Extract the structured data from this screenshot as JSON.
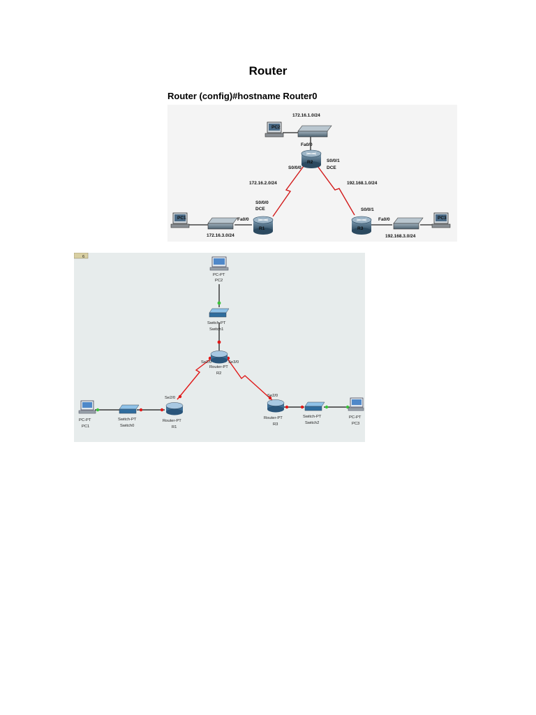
{
  "page": {
    "title": "Router",
    "command": "Router (config)#hostname Router0"
  },
  "topology": {
    "networks": {
      "r2_lan": "172.16.1.0/24",
      "r1_r2_link": "172.16.2.0/24",
      "r2_r3_link": "192.168.1.0/24",
      "r1_lan": "172.16.3.0/24",
      "r3_lan": "192.168.3.0/24"
    },
    "routers": {
      "r1": "R1",
      "r2": "R2",
      "r3": "R3"
    },
    "pcs": {
      "pc1": "PC1",
      "pc2": "PC2",
      "pc3": "PC3"
    },
    "interfaces": {
      "r2_fa": "Fa0/0",
      "r2_s000": "S0/0/0",
      "r2_s001": "S0/0/1",
      "r2_dce": "DCE",
      "r1_s000": "S0/0/0",
      "r1_dce": "DCE",
      "r1_fa": "Fa0/0",
      "r3_s001": "S0/0/1",
      "r3_fa": "Fa0/0"
    }
  },
  "packet_tracer": {
    "corner_badge": "6",
    "devices": {
      "pc2_type": "PC-PT",
      "pc2_name": "PC2",
      "switch1_type": "Switch-PT",
      "switch1_name": "Switch1",
      "r2_type": "Router-PT",
      "r2_name": "R2",
      "pc1_type": "PC-PT",
      "pc1_name": "PC1",
      "switch0_type": "Switch-PT",
      "switch0_name": "Switch0",
      "r1_type": "Router-PT",
      "r1_name": "R1",
      "r3_type": "Router-PT",
      "r3_name": "R3",
      "switch2_type": "Switch-PT",
      "switch2_name": "Switch2",
      "pc3_type": "PC-PT",
      "pc3_name": "PC3"
    },
    "ports": {
      "r2_left": "Se2/0",
      "r2_right": "Se3/0",
      "r1_serial": "Se2/0",
      "r3_serial": "Se2/0"
    }
  }
}
